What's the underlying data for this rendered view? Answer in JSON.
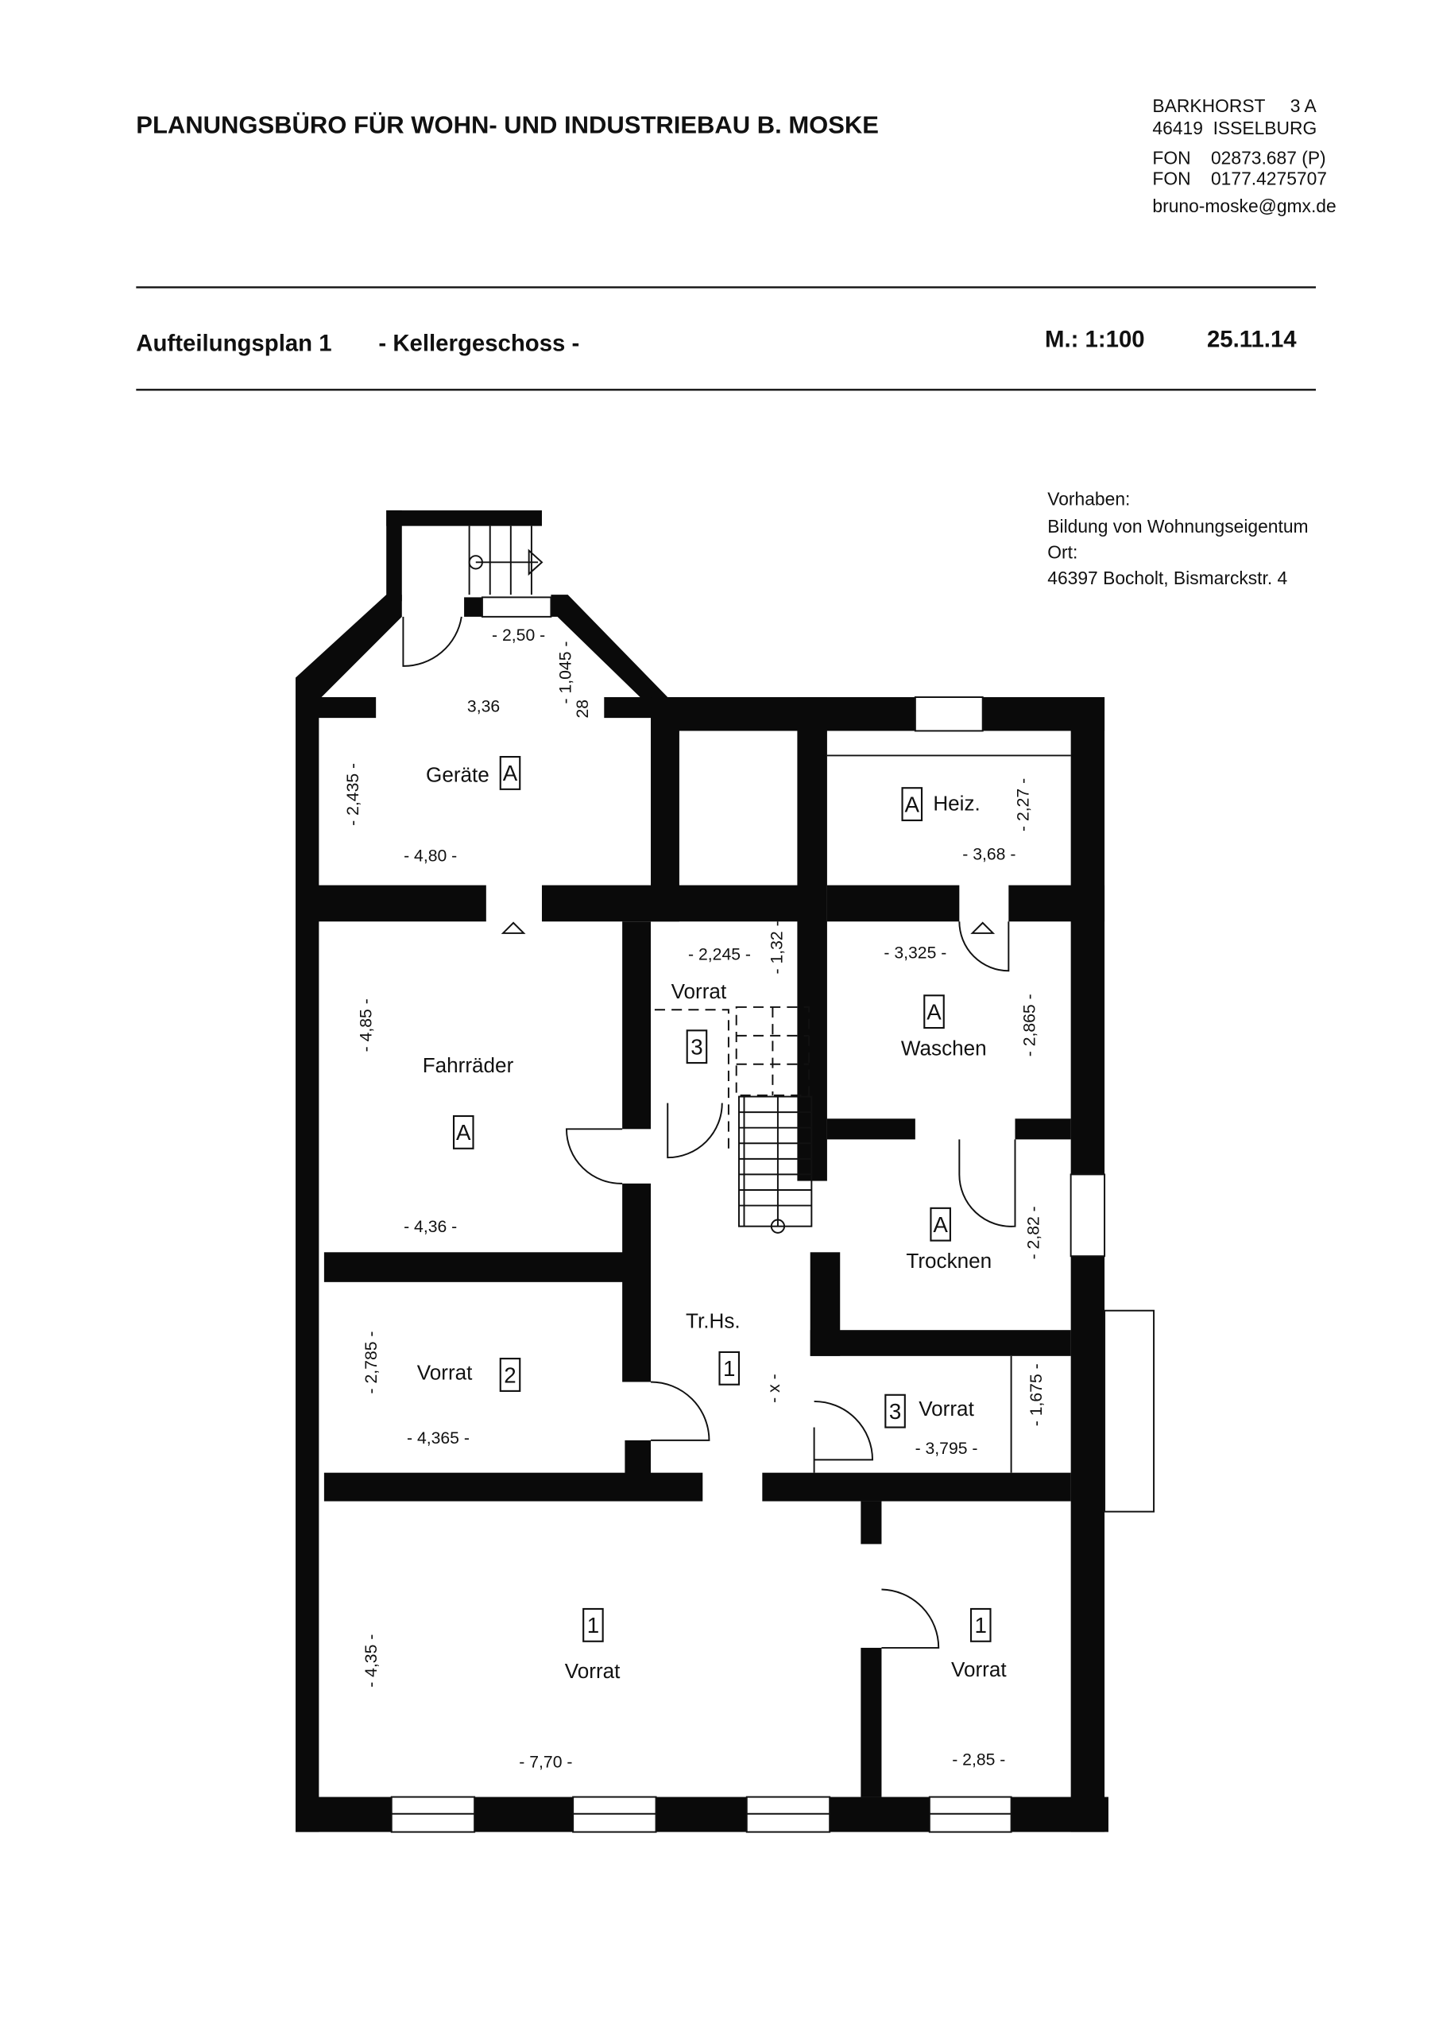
{
  "header": {
    "company": "PLANUNGSBÜRO FÜR WOHN- UND INDUSTRIEBAU  B. MOSKE",
    "address": [
      "BARKHORST     3 A",
      "46419  ISSELBURG"
    ],
    "phones": [
      "FON    02873.687 (P)",
      "FON    0177.4275707"
    ],
    "email": "bruno-moske@gmx.de"
  },
  "title_row": {
    "plan": "Aufteilungsplan 1",
    "floor": "- Kellergeschoss -",
    "scale": "M.: 1:100",
    "date": "25.11.14"
  },
  "project": {
    "label_vorhaben": "Vorhaben:",
    "vorhaben": "Bildung von Wohnungseigentum",
    "label_ort": "Ort:",
    "ort": "46397 Bocholt, Bismarckstr. 4"
  },
  "rooms": {
    "geraete": {
      "name": "Geräte",
      "unit": "A",
      "dims": [
        "- 2,50 -",
        "- 1,045 -",
        "28",
        "3,36",
        "- 2,435 -",
        "- 4,80 -"
      ]
    },
    "heiz": {
      "name": "Heiz.",
      "unit": "A",
      "dims": [
        "- 2,27 -",
        "- 3,68 -"
      ]
    },
    "vorrat_stair": {
      "name": "Vorrat",
      "unit": "3",
      "dims": [
        "- 2,245 -",
        "- 1,32 -"
      ]
    },
    "waschen": {
      "name": "Waschen",
      "unit": "A",
      "dims": [
        "- 3,325 -",
        "- 2,865 -"
      ]
    },
    "fahrraeder": {
      "name": "Fahrräder",
      "unit": "A",
      "dims": [
        "- 4,85 -",
        "- 4,36 -"
      ]
    },
    "trocknen": {
      "name": "Trocknen",
      "unit": "A",
      "dims": [
        "- 2,82 -"
      ]
    },
    "treppenhaus": {
      "name": "Tr.Hs.",
      "unit": "1",
      "dims": [
        "- x -"
      ]
    },
    "vorrat2": {
      "name": "Vorrat",
      "unit": "2",
      "dims": [
        "- 2,785 -",
        "- 4,365 -"
      ]
    },
    "vorrat3": {
      "name": "Vorrat",
      "unit": "3",
      "dims": [
        "- 1,675 -",
        "- 3,795 -"
      ]
    },
    "vorrat1_large": {
      "name": "Vorrat",
      "unit": "1",
      "dims": [
        "- 4,35 -",
        "- 7,70 -"
      ]
    },
    "vorrat1_small": {
      "name": "Vorrat",
      "unit": "1",
      "dims": [
        "- 2,85 -"
      ]
    }
  }
}
